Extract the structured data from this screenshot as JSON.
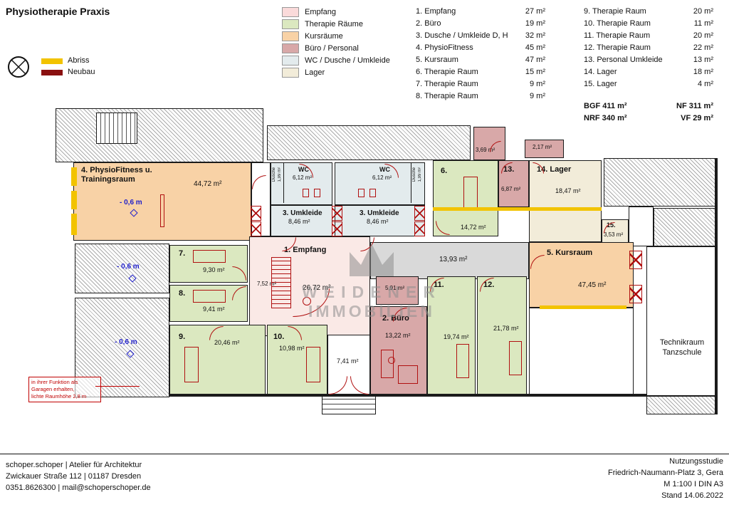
{
  "title": "Physiotherapie Praxis",
  "legend": {
    "abriss": "Abriss",
    "abriss_color": "#f2c300",
    "neubau": "Neubau",
    "neubau_color": "#8a1010",
    "categories": [
      {
        "label": "Empfang",
        "color": "#fadada"
      },
      {
        "label": "Therapie Räume",
        "color": "#dbe8c0"
      },
      {
        "label": "Kursräume",
        "color": "#f8d2a6"
      },
      {
        "label": "Büro / Personal",
        "color": "#d8a8a8"
      },
      {
        "label": "WC / Dusche / Umkleide",
        "color": "#e3ebed"
      },
      {
        "label": "Lager",
        "color": "#f2ecd9"
      }
    ]
  },
  "room_list": {
    "col1": [
      {
        "name": "1. Empfang",
        "area": "27 m²"
      },
      {
        "name": "2. Büro",
        "area": "19 m²"
      },
      {
        "name": "3. Dusche / Umkleide D, H",
        "area": "32 m²"
      },
      {
        "name": "4. PhysioFitness",
        "area": "45 m²"
      },
      {
        "name": "5. Kursraum",
        "area": "47 m²"
      },
      {
        "name": "6. Therapie Raum",
        "area": "15 m²"
      },
      {
        "name": "7. Therapie Raum",
        "area": "9 m²"
      },
      {
        "name": "8. Therapie Raum",
        "area": "9 m²"
      }
    ],
    "col2": [
      {
        "name": "9. Therapie Raum",
        "area": "20 m²"
      },
      {
        "name": "10. Therapie Raum",
        "area": "11 m²"
      },
      {
        "name": "11. Therapie Raum",
        "area": "20 m²"
      },
      {
        "name": "12. Therapie Raum",
        "area": "22 m²"
      },
      {
        "name": "13. Personal Umkleide",
        "area": "13 m²"
      },
      {
        "name": "14. Lager",
        "area": "18 m²"
      },
      {
        "name": "15. Lager",
        "area": "4 m²"
      }
    ],
    "totals": {
      "bgf": "BGF 411 m²",
      "nf": "NF 311 m²",
      "nrf": "NRF 340 m²",
      "vf": "VF 29 m²"
    }
  },
  "plan": {
    "r4_name": "4. PhysioFitness u.",
    "r4_name2": "Trainingsraum",
    "r4_area": "44,72 m²",
    "level_marker": "- 0,6 m",
    "wc_label": "WC",
    "wc_area": "6,12 m²",
    "dusche": "Dusche",
    "dusche_area": "1,99 m²",
    "um_name": "3. Umkleide",
    "um_area": "8,46 m²",
    "r6_no": "6.",
    "r6_area": "14,72 m²",
    "r13_no": "13.",
    "r13_area": "6,87 m²",
    "r14_name": "14. Lager",
    "r14_area": "18,47 m²",
    "r15_no": "15.",
    "r15_area": "3,53 m²",
    "m369_area": "3,69 m²",
    "m217_area": "2,17 m²",
    "empfang_name": "1. Empfang",
    "empfang_area": "26,72 m²",
    "empfang_area2": "7,52 m²",
    "corridor_area": "13,93 m²",
    "r5_name": "5. Kursraum",
    "r5_area": "47,45 m²",
    "r7_no": "7.",
    "r7_area": "9,30 m²",
    "r8_no": "8.",
    "r8_area": "9,41 m²",
    "r9_no": "9.",
    "r9_area": "20,46 m²",
    "r10_no": "10.",
    "r10_area": "10,98 m²",
    "r2_name": "2. Büro",
    "r2_area": "13,22 m²",
    "r591_area": "5,91 m²",
    "r11_no": "11.",
    "r11_area": "19,74 m²",
    "r12_no": "12.",
    "r12_area": "21,78 m²",
    "vest_area": "7,41 m²",
    "technik1": "Technikraum",
    "technik2": "Tanzschule",
    "note": [
      "in ihrer Funktion als",
      "Garagen erhalten,",
      "lichte Raumhöhe 2,8 m"
    ]
  },
  "watermark": {
    "line1": "WEIDENER",
    "line2": "IMMOBILIEN"
  },
  "footer": {
    "left": [
      "schoper.schoper | Atelier für Architektur",
      "Zwickauer Straße 112 | 01187 Dresden",
      "0351.8626300 | mail@schoperschoper.de"
    ],
    "right": [
      "Nutzungsstudie",
      "Friedrich-Naumann-Platz 3, Gera",
      "M 1:100 I DIN A3",
      "Stand 14.06.2022"
    ]
  }
}
